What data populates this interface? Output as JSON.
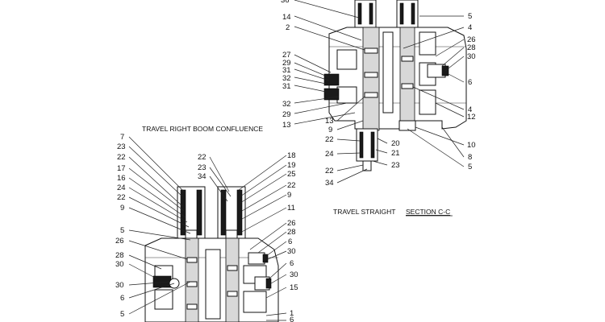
{
  "captions": {
    "top_left": "TRAVEL RIGHT BOOM CONFLUENCE",
    "bottom_right_left": "TRAVEL STRAIGHT",
    "bottom_right_section": "SECTION   C-C"
  },
  "labels_upper": {
    "l_36": "36",
    "l_14": "14",
    "l_2": "2",
    "l_27": "27",
    "l_29a": "29",
    "l_31a": "31",
    "l_32a": "32",
    "l_31b": "31",
    "l_32b": "32",
    "l_29b": "29",
    "l_13a": "13",
    "l_13b": "13",
    "l_9": "9",
    "l_22a": "22",
    "l_24": "24",
    "l_22b": "22",
    "l_34": "34",
    "r_5a": "5",
    "r_4a": "4",
    "r_26": "26",
    "r_28": "28",
    "r_30": "30",
    "r_6": "6",
    "r_4b": "4",
    "r_12": "12",
    "r_20": "20",
    "r_21": "21",
    "r_23": "23",
    "r_10": "10",
    "r_8": "8",
    "r_5b": "5"
  },
  "labels_lower": {
    "l_7": "7",
    "l_23": "23",
    "l_22a": "22",
    "l_17": "17",
    "l_16": "16",
    "l_24": "24",
    "l_22b": "22",
    "l_9": "9",
    "l_5a": "5",
    "l_26": "26",
    "l_28": "28",
    "l_30a": "30",
    "l_30b": "30",
    "l_6": "6",
    "l_5b": "5",
    "c_22": "22",
    "c_23": "23",
    "c_34": "34",
    "r_18": "18",
    "r_19": "19",
    "r_25": "25",
    "r_22": "22",
    "r_9": "9",
    "r_11": "11",
    "r_26": "26",
    "r_28": "28",
    "r_6a": "6",
    "r_30a": "30",
    "r_6b": "6",
    "r_30b": "30",
    "r_15": "15",
    "r_1": "1",
    "r_6c": "6"
  }
}
